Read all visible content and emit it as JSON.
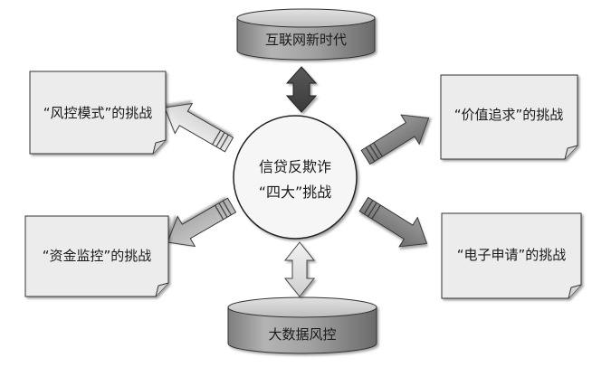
{
  "center": {
    "line1": "信贷反欺诈",
    "line2": "“四大”挑战"
  },
  "cylinders": {
    "top": "互联网新时代",
    "bottom": "大数据风控"
  },
  "notes": {
    "top_left": "“风控模式”的挑战",
    "top_right": "“价值追求”的挑战",
    "bottom_left": "“资金监控”的挑战",
    "bottom_right": "“电子申请”的挑战"
  }
}
